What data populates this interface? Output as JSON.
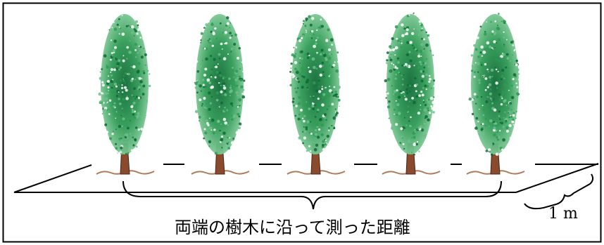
{
  "diagram": {
    "tree_count": 5,
    "tree_icon": "tree-icon",
    "colors": {
      "foliage_light": "#6cc08a",
      "foliage_mid": "#2f9a55",
      "foliage_dark": "#0f6a36",
      "trunk": "#8a4a2e",
      "ground": "#b07a5a",
      "line": "#000000"
    },
    "distance_label": "両端の樹木に沿って測った距離",
    "width_label": "1 m"
  }
}
